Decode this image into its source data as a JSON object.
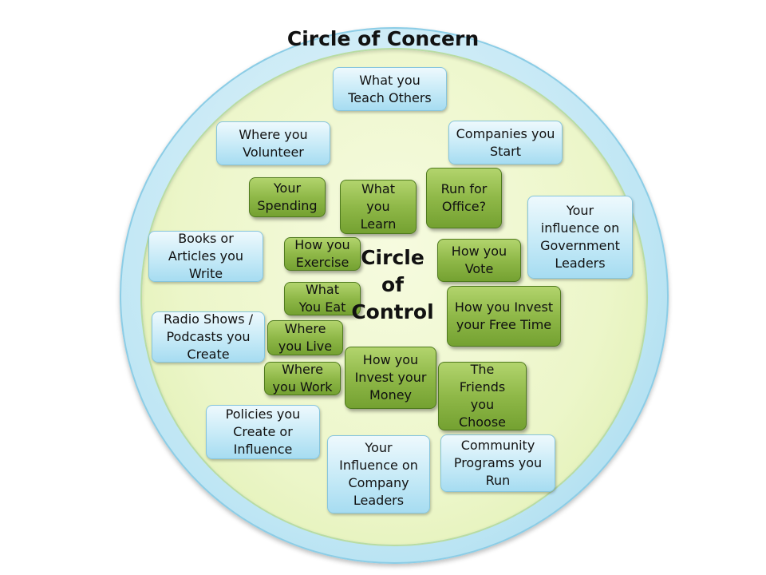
{
  "title": "Circle of Concern",
  "center_label": [
    "Circle",
    "of",
    "Control"
  ],
  "concern_items": [
    "What you\nTeach Others",
    "Where you\nVolunteer",
    "Companies you\nStart",
    "Your\ninfluence on\nGovernment\nLeaders",
    "Books or\nArticles you\nWrite",
    "Radio Shows /\nPodcasts  you\nCreate",
    "Policies you\nCreate or\nInfluence",
    "Your\nInfluence on\nCompany\nLeaders",
    "Community\nPrograms you\nRun"
  ],
  "control_items": [
    "Your\nSpending",
    "What\nyou\nLearn",
    "Run for\nOffice?",
    "How you\nExercise",
    "How you\nVote",
    "What\nYou Eat",
    "How you Invest\nyour Free Time",
    "Where\nyou Live",
    "Where\nyou Work",
    "How you\nInvest your\nMoney",
    "The\nFriends\nyou\nChoose"
  ],
  "colors": {
    "concern_fill": "#c6eaf7",
    "control_fill": "#8fb848",
    "outer_circle": "#bfe6f4",
    "inner_circle": "#ecf6c9"
  }
}
